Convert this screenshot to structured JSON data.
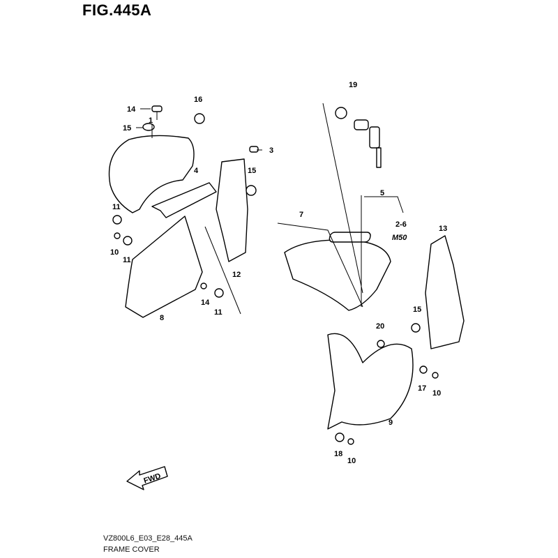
{
  "figure": {
    "title": "FIG.445A",
    "code": "VZ800L6_E03_E28_445A",
    "caption": "FRAME COVER"
  },
  "callouts": [
    "1",
    "14",
    "15",
    "16",
    "3",
    "4",
    "15",
    "11",
    "10",
    "11",
    "12",
    "8",
    "14",
    "11",
    "19",
    "5",
    "7",
    "2-6",
    "13",
    "15",
    "20",
    "9",
    "17",
    "10",
    "18",
    "10"
  ],
  "fwd_label": "FWD",
  "emblem_text": "M50"
}
